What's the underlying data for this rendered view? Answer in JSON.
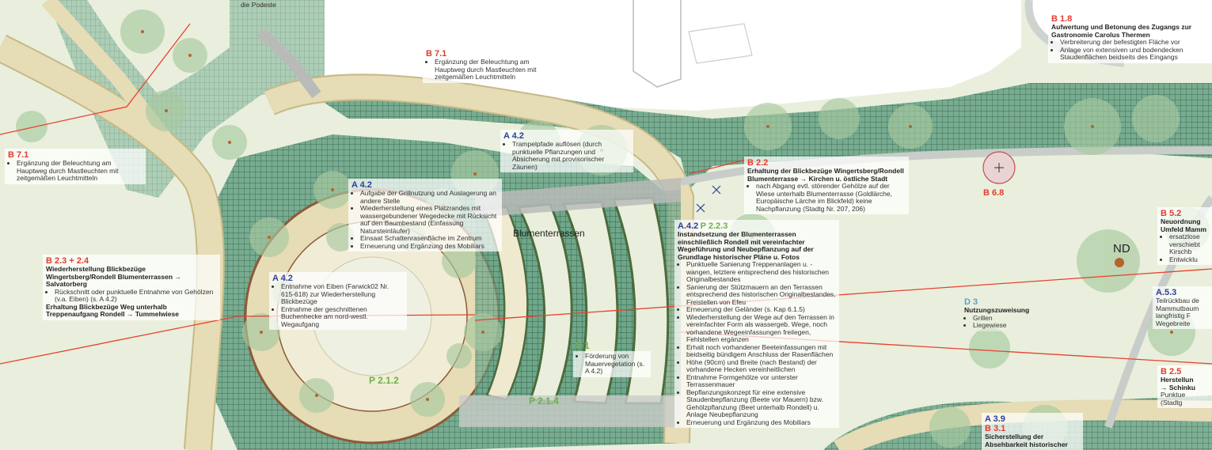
{
  "colors": {
    "lawn": "#e9efdc",
    "hatch": "#5e9a7e",
    "path": "#e2d8b0",
    "path_edge": "#c7b987",
    "tree": "#a8c9a0",
    "building": "#ffffff",
    "red_code": "#e33b2e",
    "blue_code": "#2a3f9a",
    "green_code": "#6ab24a"
  },
  "top_fragment": "die Podeste",
  "labels": {
    "blumenterrassen": "Blumenterrassen",
    "nd": "ND",
    "p212": "P 2.1.2",
    "p214": "P 2.1.4",
    "c1": "C 1",
    "b68": "B 6.8",
    "a39": "A 3.9",
    "b31": "B 3.1",
    "b25": "B 2.5"
  },
  "annotations": {
    "b71_top": {
      "code": "B 7.1",
      "items": [
        "Ergänzung der Beleuchtung am Hauptweg durch Mastleuchten mit zeitgemäßen Leuchtmitteln"
      ]
    },
    "b71_left": {
      "code": "B 7.1",
      "items": [
        "Ergänzung der Beleuchtung am Hauptweg durch Mastleuchten mit zeitgemäßen Leuchtmitteln"
      ]
    },
    "b18": {
      "code": "B 1.8",
      "title": "Aufwertung und Betonung des Zugangs zur Gastronomie Carolus Thermen",
      "items": [
        "Verbreiterung der befestigten Fläche vor",
        "Anlage von extensiven und bodendecken Staudenflächen beidseits des Eingangs"
      ]
    },
    "a42_top": {
      "code": "A 4.2",
      "items": [
        "Trampelpfade auflösen (durch punktuelle Pflanzungen und Absicherung mit provisorischer Zäunen)"
      ]
    },
    "b22": {
      "code": "B 2.2",
      "title": "Erhaltung der Blickbezüge Wingertsberg/Rondell Blumenterrasse → Kirchen u. östliche Stadt",
      "items": [
        "nach Abgang evtl. störender Gehölze auf der Wiese unterhalb Blumenterrasse (Goldlärche, Europäische Lärche im Blickfeld) keine Nachpflanzung (Stadtg Nr. 207, 206)"
      ]
    },
    "a42_mid": {
      "code": "A 4.2",
      "items": [
        "Aufgabe der Grillnutzung und Auslagerung an andere Stelle",
        "Wiederherstellung eines Platzrandes mit wassergebundener Wegedecke mit Rücksicht auf den Baumbestand (Einfassung Natursteinläufer)",
        "Einsaat Schattenrasenfläche im Zentrum",
        "Erneuerung und Ergänzung des Mobiliars"
      ]
    },
    "b23": {
      "code": "B 2.3 + 2.4",
      "title": "Wiederherstellung Blickbezüge Wingertsberg/Rondell Blumenterrassen → Salvatorberg",
      "items": [
        "Rückschnitt oder punktuelle Entnahme von Gehölzen (v.a. Eiben) (s. A 4.2)"
      ],
      "title2": "Erhaltung Blickbezüge Weg unterhalb Treppenaufgang Rondell → Tummelwiese"
    },
    "a42_rondell": {
      "code": "A 4.2",
      "items": [
        "Entnahme von Eiben (Farwick02 Nr. 615-618) zur Wiederherstellung Blickbezüge",
        "Entnahme der geschnittenen Buchenhecke am nord-westl. Wegaufgang"
      ]
    },
    "a42_main": {
      "code": "A.4.2",
      "code2": "P 2.2.3",
      "title": "Instandsetzung der Blumenterrassen einschließlich Rondell mit vereinfachter Wegeführung und Neubepflanzung auf der Grundlage historischer Pläne u. Fotos",
      "items": [
        "Punktuelle Sanierung Treppenanlagen u. -wangen, letztere entsprechend des historischen Originalbestandes",
        "Sanierung der Stützmauern an den Terrassen entsprechend des historischen Originalbestandes, Freistellen von Efeu",
        "Erneuerung der Geländer (s. Kap 6.1.5)",
        "Wiederherstellung der Wege auf den Terrassen in vereinfachter Form als wassergeb. Wege, noch vorhandene Wegeeinfassungen freilegen, Fehlstellen ergänzen",
        "Erhalt noch vorhandener Beeteinfassungen mit beidseitig bündigem Anschluss der Rasenflächen",
        "Höhe (90cm) und Breite (nach Bestand) der vorhandene Hecken vereinheitlichen",
        "Entnahme Formgehölze vor unterster Terrassenmauer",
        "Bepflanzungskonzept für eine extensive Staudenbepflanzung (Beete vor Mauern) bzw. Gehölzpflanzung (Beet unterhalb Rondell) u. Anlage Neubepflanzung",
        "Erneuerung und Ergänzung des Mobiliars"
      ]
    },
    "c1": {
      "items": [
        "Förderung von Mauervegetation (s. A 4.2)"
      ]
    },
    "d3": {
      "code": "D 3",
      "title": "Nutzungszuweisung",
      "items": [
        "Grillen",
        "Liegewiese"
      ]
    },
    "b52": {
      "code": "B 5.2",
      "title": "Neuordnung Umfeld Mamm",
      "items": [
        "ersatzlose verschiebt Kirschb",
        "Entwicklu"
      ]
    },
    "a53": {
      "code": "A.5.3",
      "lines": [
        "Teilrückbau de",
        "Mammutbaum",
        "langfristig F",
        "Wegebreite"
      ]
    },
    "b25": {
      "lines": [
        "Herstellun",
        "→ Schinku",
        "Punktue",
        "(Stadtg"
      ]
    },
    "b31": {
      "title": "Sicherstellung der Absehbarkeit historischer"
    }
  }
}
